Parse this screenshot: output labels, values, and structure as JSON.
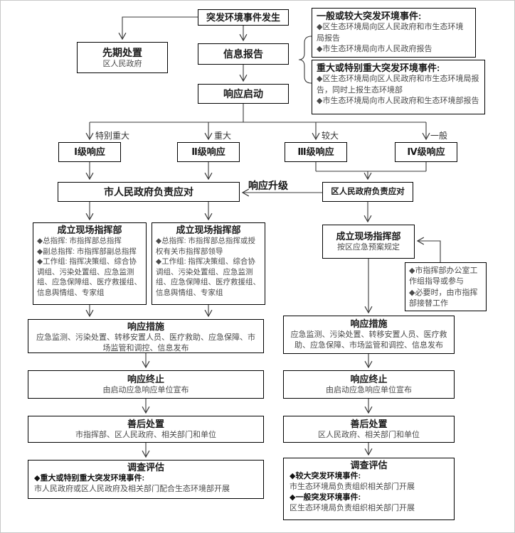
{
  "colors": {
    "line": "#3a3a3a",
    "border": "#000000",
    "title_text": "#1a1a1a",
    "body_text": "#4a4a4a"
  },
  "boxes": {
    "incident": {
      "title": "突发环境事件发生"
    },
    "early_disposal": {
      "title": "先期处置",
      "subtitle": "区人民政府"
    },
    "info_report": {
      "title": "信息报告"
    },
    "note_general": {
      "title": "一般或较大突发环境事件:",
      "bullets": [
        "◆区生态环境局向区人民政府和市生态环境局报告",
        "◆市生态环境局向市人民政府报告"
      ]
    },
    "note_major": {
      "title": "重大或特别重大突发环境事件:",
      "bullets": [
        "◆区生态环境局向区人民政府和市生态环境局报告，同时上报生态环境部",
        "◆市生态环境局向市人民政府和生态环境部报告"
      ]
    },
    "response_start": {
      "title": "响应启动"
    },
    "level1": {
      "title": "Ⅰ级响应"
    },
    "level2": {
      "title": "Ⅱ级响应"
    },
    "level3": {
      "title": "Ⅲ级响应"
    },
    "level4": {
      "title": "Ⅳ级响应"
    },
    "city_response": {
      "title": "市人民政府负责应对"
    },
    "district_response": {
      "title": "区人民政府负责应对"
    },
    "hq_city_1": {
      "title": "成立现场指挥部",
      "bullets": [
        "◆总指挥: 市指挥部总指挥",
        "◆副总指挥: 市指挥部副总指挥",
        "◆工作组: 指挥决策组、综合协调组、污染处置组、应急监测组、应急保障组、医疗救援组、信息舆情组、专家组"
      ]
    },
    "hq_city_2": {
      "title": "成立现场指挥部",
      "bullets": [
        "◆总指挥: 市指挥部总指挥或授权有关市指挥部领导",
        "◆工作组: 指挥决策组、综合协调组、污染处置组、应急监测组、应急保障组、医疗救援组、信息舆情组、专家组"
      ]
    },
    "hq_district": {
      "title": "成立现场指挥部",
      "subtitle": "按区应急预案规定"
    },
    "note_hq_support": {
      "bullets": [
        "◆市指挥部办公室工作组指导或参与",
        "◆必要时，由市指挥部接替工作"
      ]
    },
    "measures_left": {
      "title": "响应措施",
      "text": "应急监测、污染处置、转移安置人员、医疗救助、应急保障、市场监管和调控、信息发布"
    },
    "measures_right": {
      "title": "响应措施",
      "text": "应急监测、污染处置、转移安置人员、医疗救助、应急保障、市场监管和调控、信息发布"
    },
    "end_left": {
      "title": "响应终止",
      "subtitle": "由启动应急响应单位宣布"
    },
    "end_right": {
      "title": "响应终止",
      "subtitle": "由启动应急响应单位宣布"
    },
    "aftermath_left": {
      "title": "善后处置",
      "subtitle": "市指挥部、区人民政府、相关部门和单位"
    },
    "aftermath_right": {
      "title": "善后处置",
      "subtitle": "区人民政府、相关部门和单位"
    },
    "evaluation_left": {
      "title": "调查评估",
      "case1_label": "◆重大或特别重大突发环境事件:",
      "case1_text": "市人民政府或区人民政府及相关部门配合生态环境部开展"
    },
    "evaluation_right": {
      "title": "调查评估",
      "case1_label": "◆较大突发环境事件:",
      "case1_text": "市生态环境局负责组织相关部门开展",
      "case2_label": "◆一般突发环境事件:",
      "case2_text": "区生态环境局负责组织相关部门开展"
    }
  },
  "branch_labels": [
    "特别重大",
    "重大",
    "较大",
    "一般"
  ],
  "upgrade_label": "响应升级"
}
